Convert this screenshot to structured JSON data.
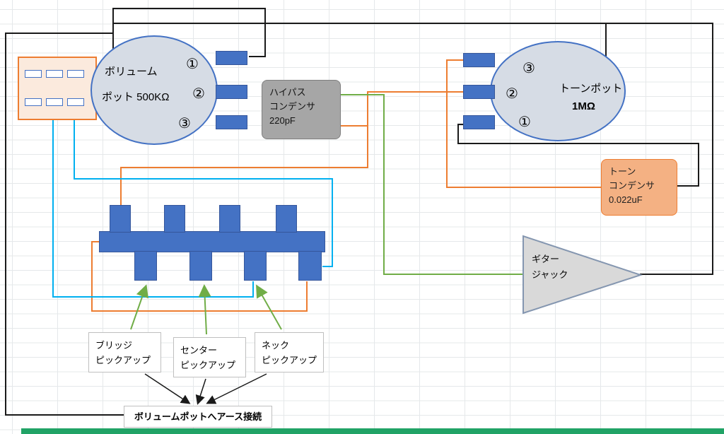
{
  "colors": {
    "pot_border": "#4472c4",
    "pot_fill": "#d6dce5",
    "wire_black": "#1a1a1a",
    "wire_orange": "#ed7d31",
    "wire_cyan": "#00b0f0",
    "wire_green": "#70ad47",
    "hp_cap_fill": "#a6a6a6",
    "tone_cap_fill": "#f4b183",
    "connector_fill": "#fbeadd",
    "jack_fill": "#d9d9d9",
    "jack_border": "#8496b0",
    "sheet_strip_green": "#21a366"
  },
  "volume_pot": {
    "name_line1": "ボリューム",
    "name_line2": "ポット 500KΩ",
    "num1": "①",
    "num2": "②",
    "num3": "③"
  },
  "tone_pot": {
    "name_line1": "トーンポット",
    "name_line2": "1MΩ",
    "num1": "①",
    "num2": "②",
    "num3": "③"
  },
  "highpass_cap": {
    "line1": "ハイパス",
    "line2": "コンデンサ",
    "line3": "220pF"
  },
  "tone_cap": {
    "line1": "トーン",
    "line2": "コンデンサ",
    "line3": "0.022uF"
  },
  "jack": {
    "line1": "ギター",
    "line2": "ジャック"
  },
  "pickups": [
    {
      "line1": "ブリッジ",
      "line2": "ピックアップ"
    },
    {
      "line1": "センター",
      "line2": "ピックアップ"
    },
    {
      "line1": "ネック",
      "line2": "ピックアップ"
    }
  ],
  "ground_label": "ボリュームポットへアース接続"
}
